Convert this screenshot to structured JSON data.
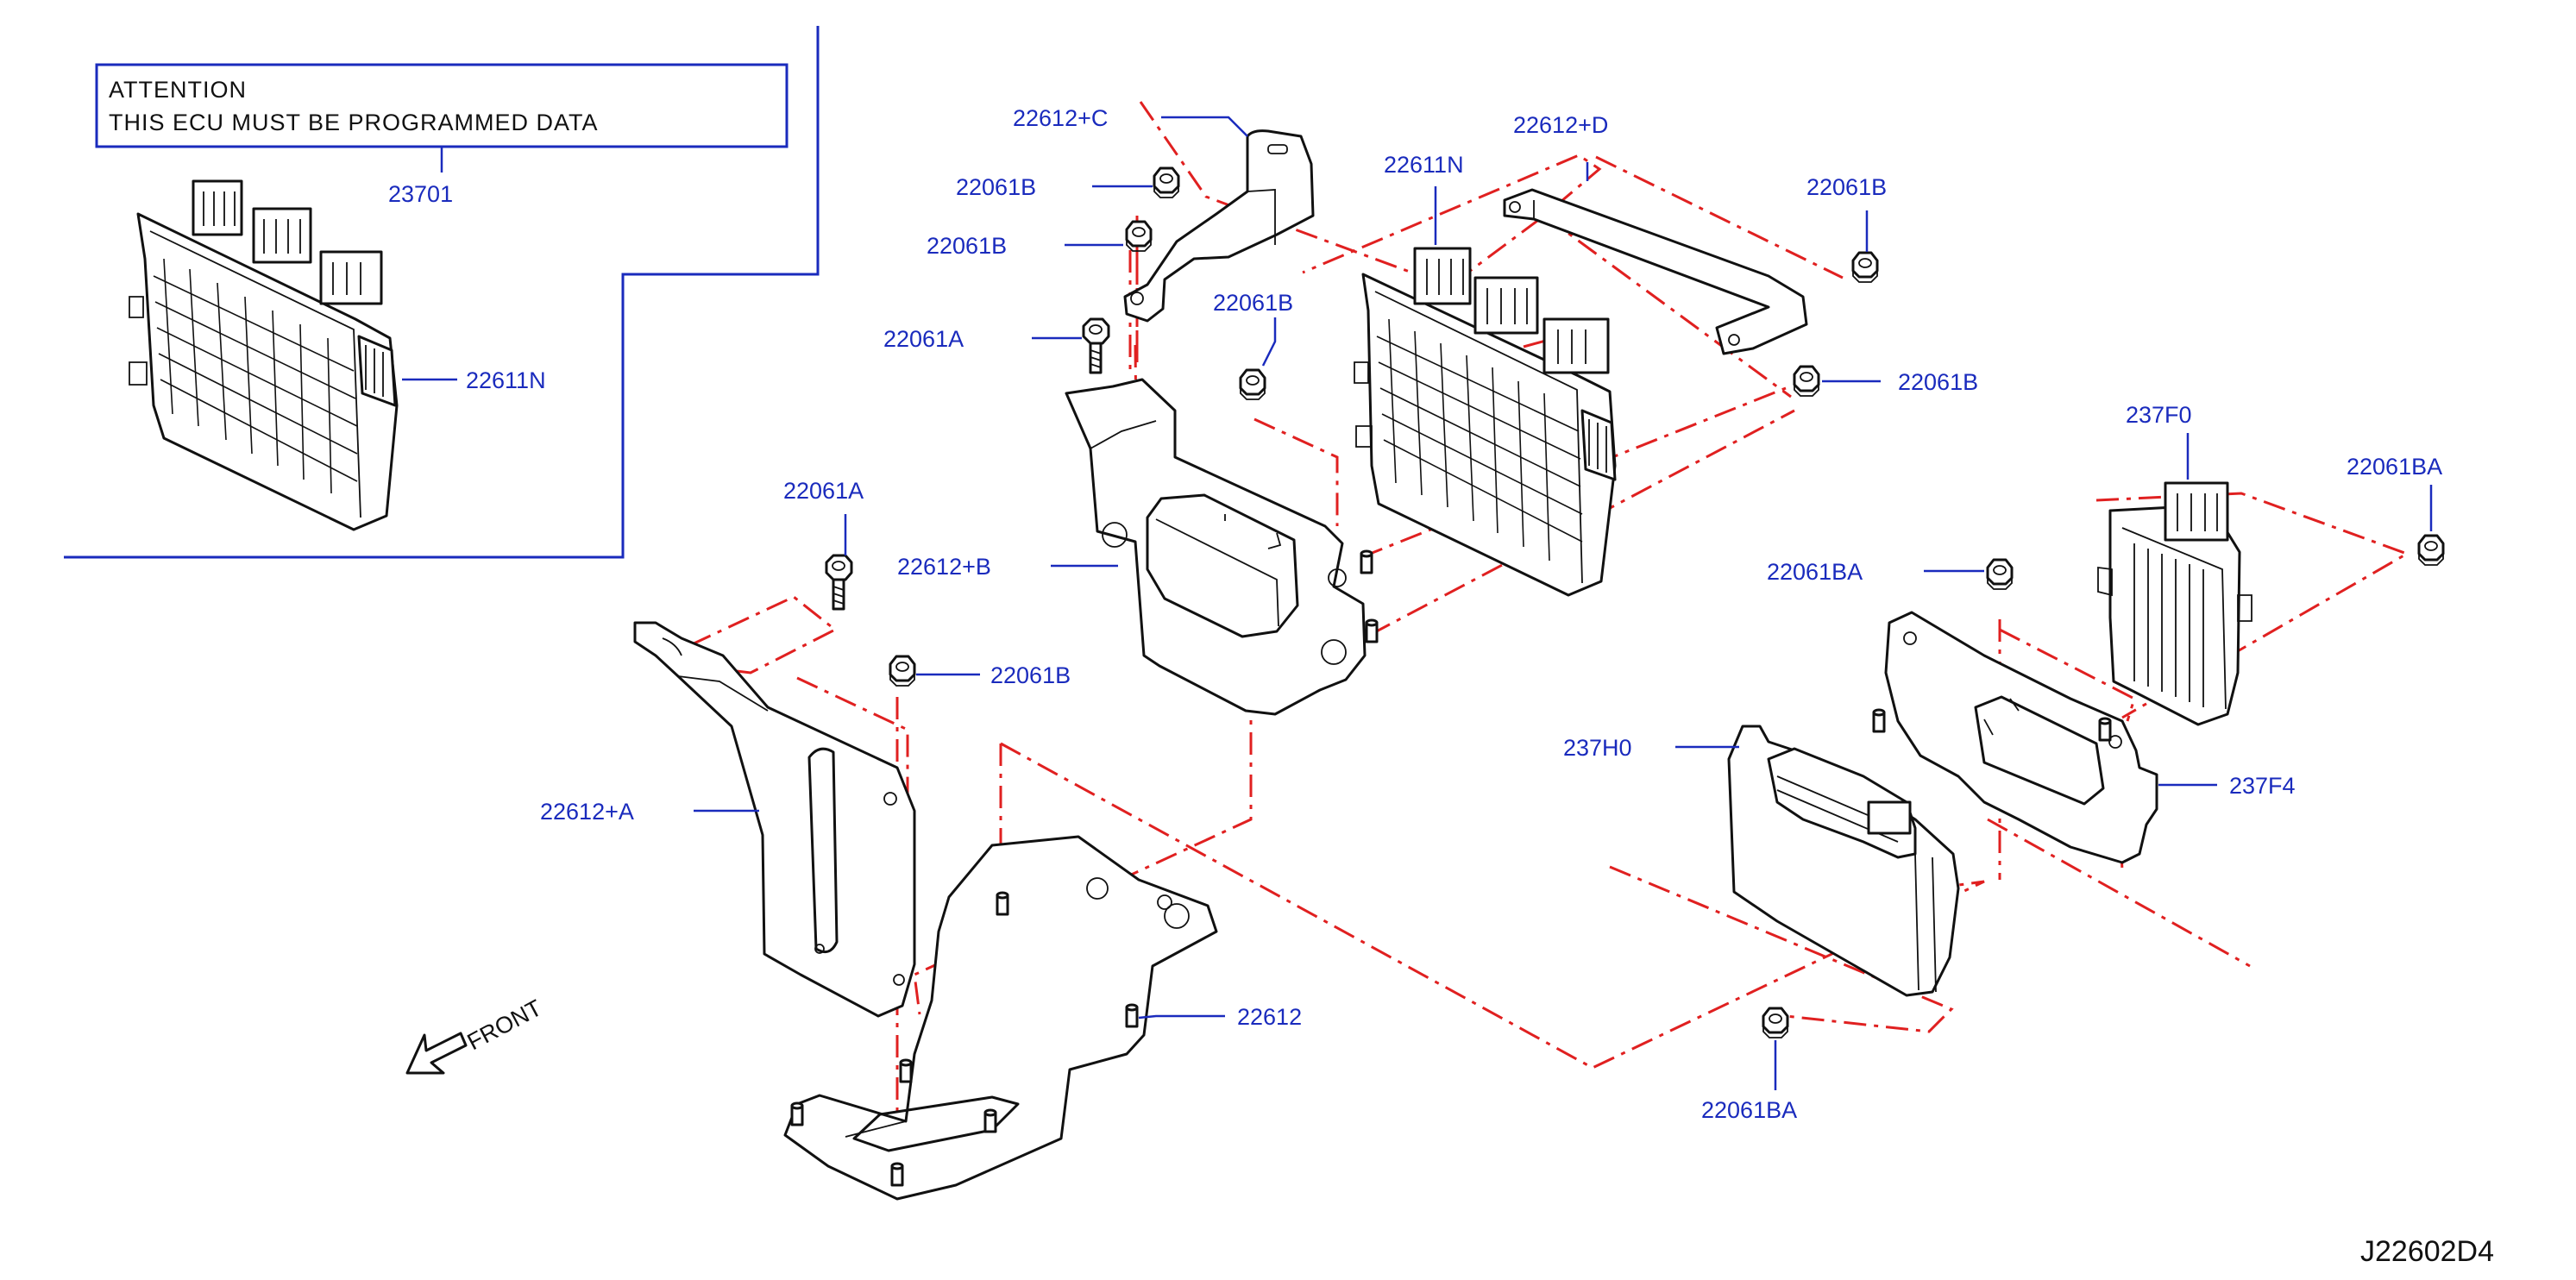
{
  "diagram": {
    "attention_title": "ATTENTION",
    "attention_text": "THIS  ECU  MUST  BE  PROGRAMMED  DATA",
    "front_label": "FRONT",
    "diagram_code": "J22602D4",
    "colors": {
      "callout": "#1a2bbd",
      "assembly_line": "#e02020",
      "part_outline": "#111111"
    },
    "callouts": {
      "c23701": "23701",
      "c22611N_inset": "22611N",
      "c22612C": "22612+C",
      "c22612D": "22612+D",
      "c22611N_main": "22611N",
      "c22061B_1": "22061B",
      "c22061B_2": "22061B",
      "c22061B_3": "22061B",
      "c22061B_4": "22061B",
      "c22061B_5": "22061B",
      "c22061B_6": "22061B",
      "c22061A_1": "22061A",
      "c22061A_2": "22061A",
      "c22612B": "22612+B",
      "c22612A": "22612+A",
      "c22612": "22612",
      "c237F0": "237F0",
      "c22061BA_1": "22061BA",
      "c22061BA_2": "22061BA",
      "c22061BA_3": "22061BA",
      "c237H0": "237H0",
      "c237F4": "237F4"
    }
  }
}
